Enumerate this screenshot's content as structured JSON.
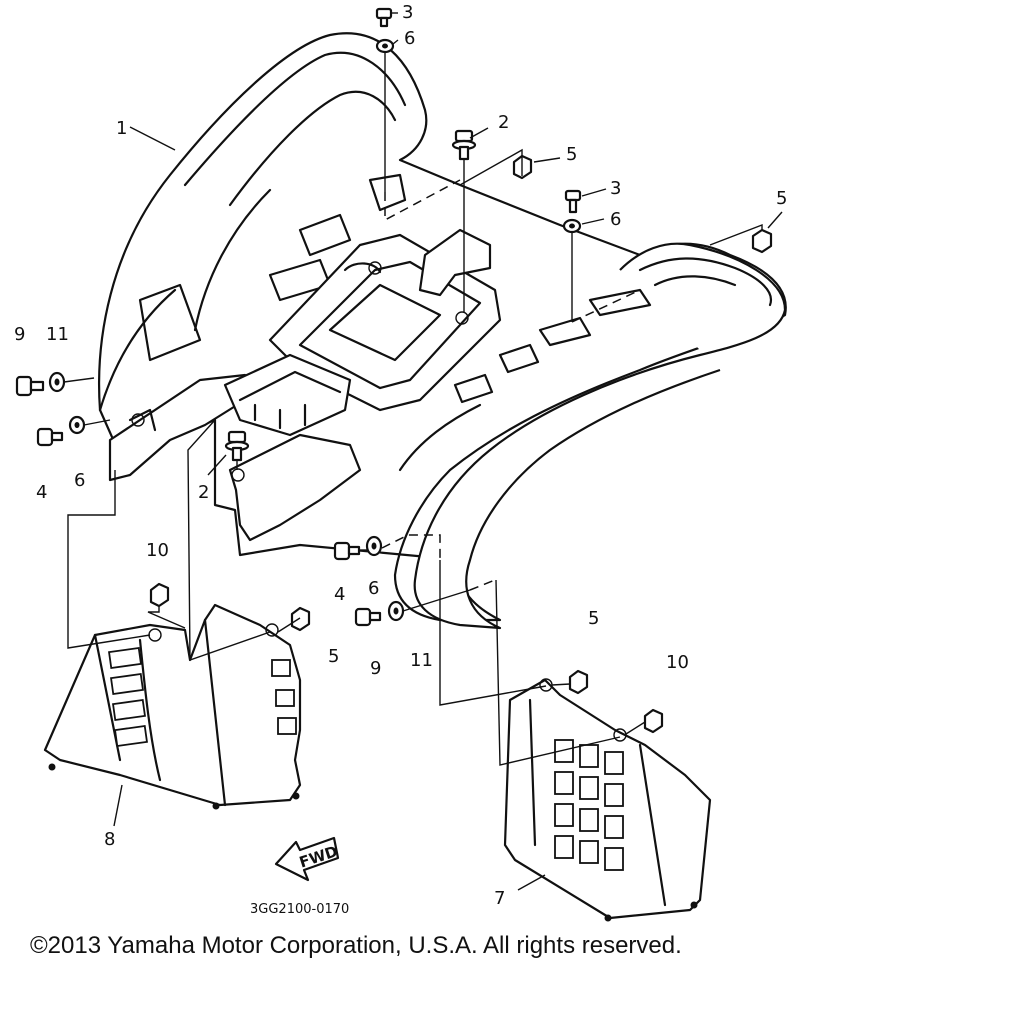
{
  "diagram": {
    "part_code": "3GG2100-0170",
    "fwd_label": "FWD",
    "callouts": {
      "c1": "1",
      "c2a": "2",
      "c2b": "2",
      "c3a": "3",
      "c3b": "3",
      "c4a": "4",
      "c4b": "4",
      "c5a": "5",
      "c5b": "5",
      "c5c": "5",
      "c5d": "5",
      "c6a": "6",
      "c6b": "6",
      "c6c": "6",
      "c6d": "6",
      "c7": "7",
      "c8": "8",
      "c9a": "9",
      "c9b": "9",
      "c10a": "10",
      "c10b": "10",
      "c11a": "11",
      "c11b": "11"
    }
  },
  "footer": {
    "copyright": "©2013 Yamaha Motor Corporation, U.S.A. All rights reserved."
  }
}
